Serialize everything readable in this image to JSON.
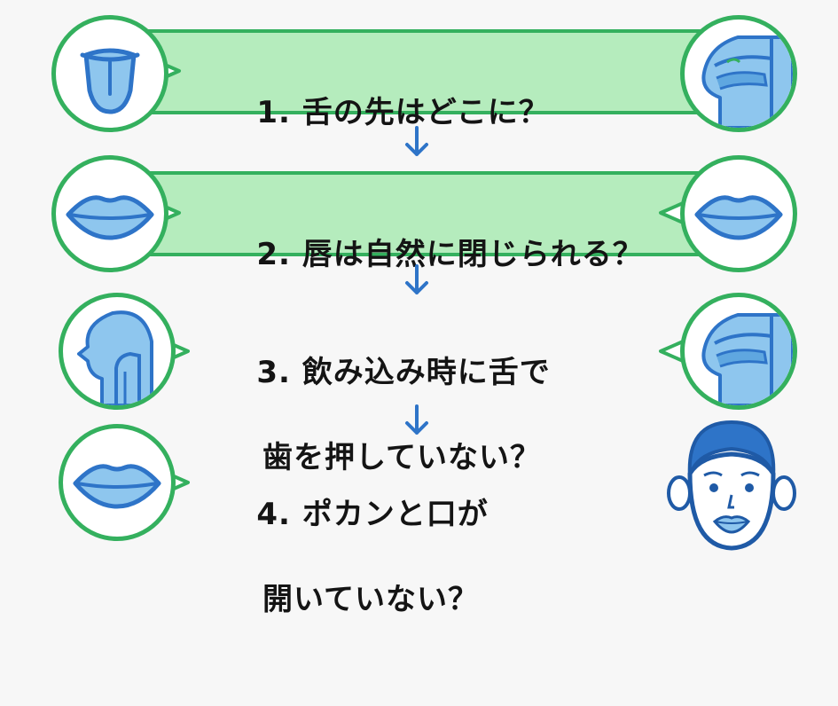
{
  "questions": [
    {
      "line1": "1. 舌の先はどこに？",
      "line2": ""
    },
    {
      "line1": "2. 唇は自然に閉じられる？",
      "line2": ""
    },
    {
      "line1": "3. 飲み込み時に舌で",
      "line2": "歯を押していない？"
    },
    {
      "line1": "4. ポカンと口が",
      "line2": "開いていない？"
    }
  ],
  "icons": {
    "left": [
      "tongue-icon",
      "lips-icon",
      "head-profile-icon",
      "lips-icon"
    ],
    "right": [
      "oral-cross-section-icon",
      "lips-icon",
      "oral-cross-section-icon",
      "face-icon"
    ],
    "connector": "down-arrow-icon"
  },
  "colors": {
    "bar_fill": "#b5ecbd",
    "accent_green": "#34b05e",
    "icon_blue": "#2e74c8",
    "icon_fill": "#8ec6ee",
    "text": "#141414"
  }
}
